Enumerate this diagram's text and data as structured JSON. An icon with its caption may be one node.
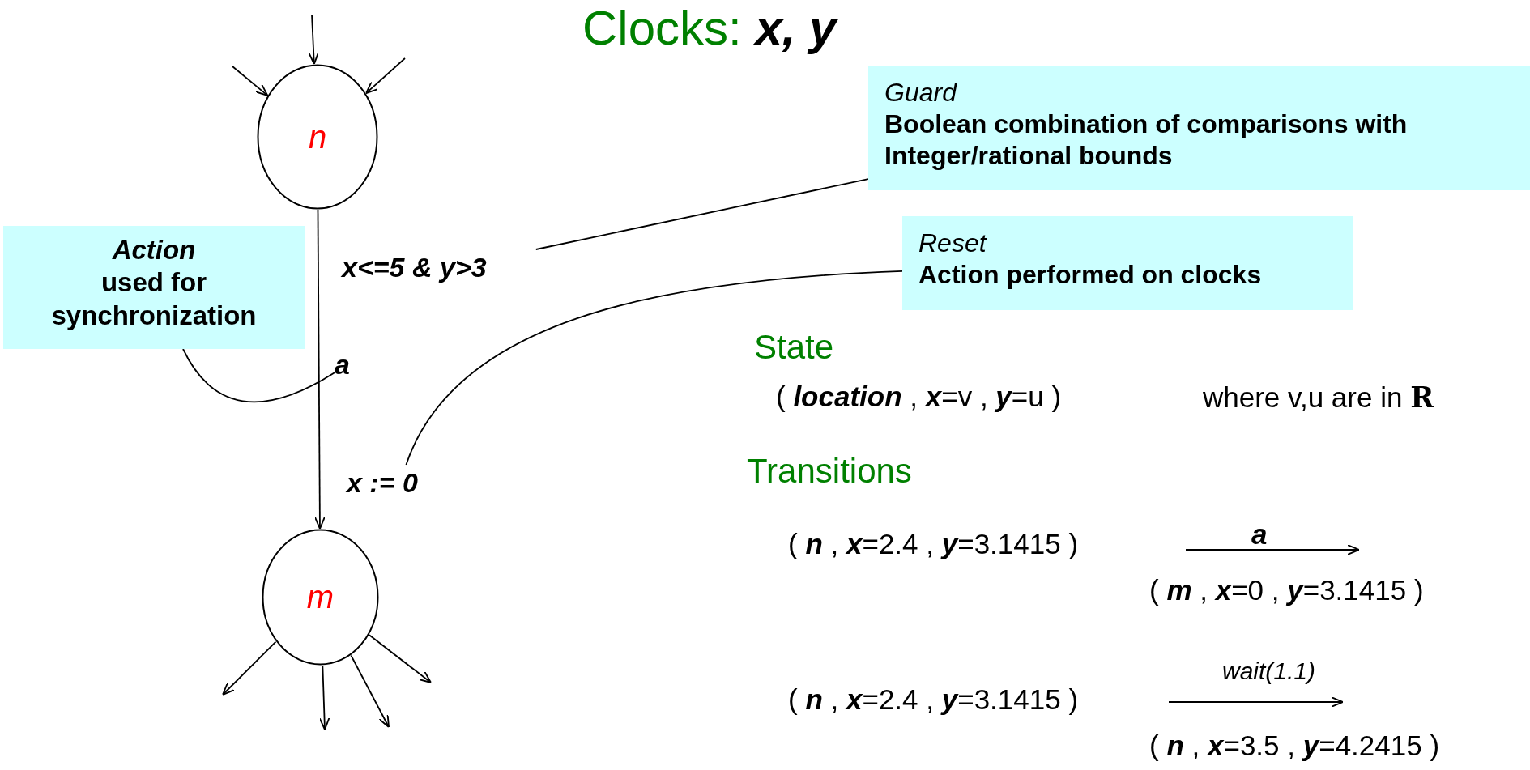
{
  "diagram": {
    "title": "Clocks: *x, y*",
    "nodes": [
      {
        "text": [
          "n"
        ]
      },
      {
        "text": [
          "Guard",
          "Boolean combination of comparisons with Integer/rational bounds"
        ]
      },
      {
        "text": [
          "x<=5 & y>3"
        ]
      },
      {
        "text": [
          "Reset",
          "Action performed on clocks"
        ]
      },
      {
        "text": [
          "Action",
          "used for synchronization"
        ]
      },
      {
        "text": [
          "a"
        ]
      },
      {
        "text": [
          "x := 0"
        ]
      },
      {
        "text": [
          "m"
        ]
      }
    ],
    "edges": [
      {
        "from": null,
        "to": 0,
        "arrow": "to"
      },
      {
        "from": null,
        "to": 0,
        "arrow": "to"
      },
      {
        "from": null,
        "to": 0,
        "arrow": "to"
      },
      {
        "from": 0,
        "to": 7,
        "arrow": "to"
      },
      {
        "from": 1,
        "to": 2,
        "arrow": "none"
      },
      {
        "from": 3,
        "to": 6,
        "arrow": "none"
      },
      {
        "from": 4,
        "to": 5,
        "arrow": "none"
      },
      {
        "from": 7,
        "to": null,
        "arrow": "to"
      },
      {
        "from": 7,
        "to": null,
        "arrow": "to"
      },
      {
        "from": 7,
        "to": null,
        "arrow": "to"
      },
      {
        "from": 7,
        "to": null,
        "arrow": "to"
      }
    ],
    "labels": [
      "State",
      "( *location* , *x*=v , *y*=u )",
      "where v,u are in **R**",
      "Transitions",
      "( *n* , *x*=2.4 , *y*=3.1415 )",
      "a",
      "( *m* , *x*=0 , *y*=3.1415 )",
      "( *n* , *x*=2.4 , *y*=3.1415 )",
      "wait(1.1)",
      "( *n* , *x*=3.5 , *y*=4.2415 )"
    ]
  }
}
